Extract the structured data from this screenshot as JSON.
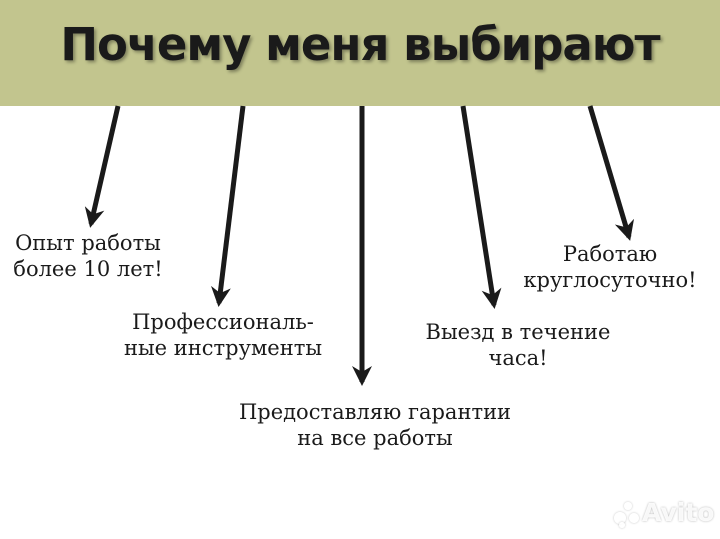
{
  "header": {
    "title": "Почему меня выбирают",
    "background": "#c2c58e"
  },
  "reasons": [
    {
      "lines": [
        "Опыт работы",
        "более 10 лет!"
      ]
    },
    {
      "lines": [
        "Профессиональ-",
        "ные инструменты"
      ]
    },
    {
      "lines": [
        "Предоставляю гарантии",
        "на все работы"
      ]
    },
    {
      "lines": [
        "Выезд в течение",
        "часа!"
      ]
    },
    {
      "lines": [
        "Работаю",
        "круглосуточно!"
      ]
    }
  ],
  "watermark": {
    "text": "Avito"
  },
  "colors": {
    "text": "#1a1a1a",
    "arrow": "#1a1a1a"
  }
}
